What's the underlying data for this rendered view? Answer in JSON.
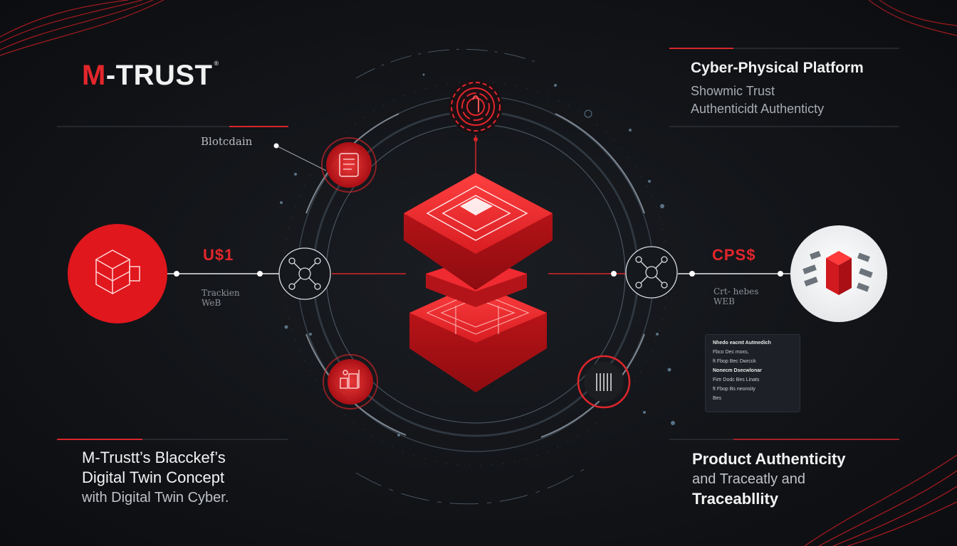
{
  "brand": {
    "m": "M",
    "rest": "-TRUST",
    "tm": "®"
  },
  "left": {
    "blockchain_label": "Blotcdain",
    "code": "U$1",
    "sub_label_1": "Trackien",
    "sub_label_2": "WeB"
  },
  "right": {
    "title": "Cyber-Physical Platform",
    "subtitle_1": "Showmic Trust",
    "subtitle_2": "Authenticidt Authenticty",
    "code": "CPS$",
    "sub_label_1": "Crt- hebes",
    "sub_label_2": "WEB"
  },
  "panel": {
    "rows": [
      "Nhedo eacmt Autmedich",
      "Fbco Dec moxs,",
      "ft Fbop Bec Dwrcck",
      "Nonecm Dsecwlonar",
      "Firtr Dodc Bes Linats",
      "ft Fbop Bs neonsity",
      "Bes"
    ]
  },
  "bottom_left": {
    "line1": "M-Trustt’s Blacckef’s",
    "line2": "Digital Twin Concept",
    "line3": "with Digital Twin Cyber."
  },
  "bottom_right": {
    "line1": "Product Authenticity",
    "line2": "and Traceatly and",
    "line3": "Traceabllity"
  },
  "colors": {
    "accent": "#e3262b",
    "background": "#121418",
    "text": "#f1f1f1"
  }
}
